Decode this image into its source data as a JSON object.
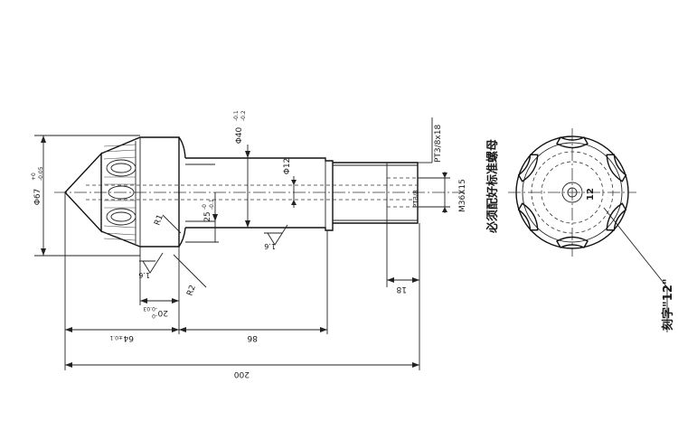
{
  "dimensions": {
    "head_diameter": "Φ67",
    "head_diameter_upper_tol": "+0",
    "head_diameter_lower_tol": "-0.05",
    "shank_diameter": "Φ40",
    "shank_diameter_upper_tol": "-0.1",
    "shank_diameter_lower_tol": "-0.2",
    "bore_diameter": "Φ12",
    "neck_diameter": "25",
    "neck_upper_tol": "-0",
    "neck_lower_tol": "-0.1",
    "radius_r1": "R1",
    "radius_r2": "R2",
    "head_length": "20",
    "head_length_tol": "-0.03",
    "head_length_tol2": "-0",
    "thread_pipe": "PT3/8x18",
    "thread_metric": "M36X15",
    "thread_pipe_inner": "PT3/8",
    "thread_length": "18",
    "len_left": "64",
    "len_left_tol": "±0.1",
    "len_right": "86",
    "len_total": "200"
  },
  "roughness": {
    "left": "1.6",
    "right": "1.6"
  },
  "notes": {
    "nut_note": "必须配好标准螺母",
    "engrave_note": "刻字\"12\"",
    "engrave_mark": "12"
  }
}
